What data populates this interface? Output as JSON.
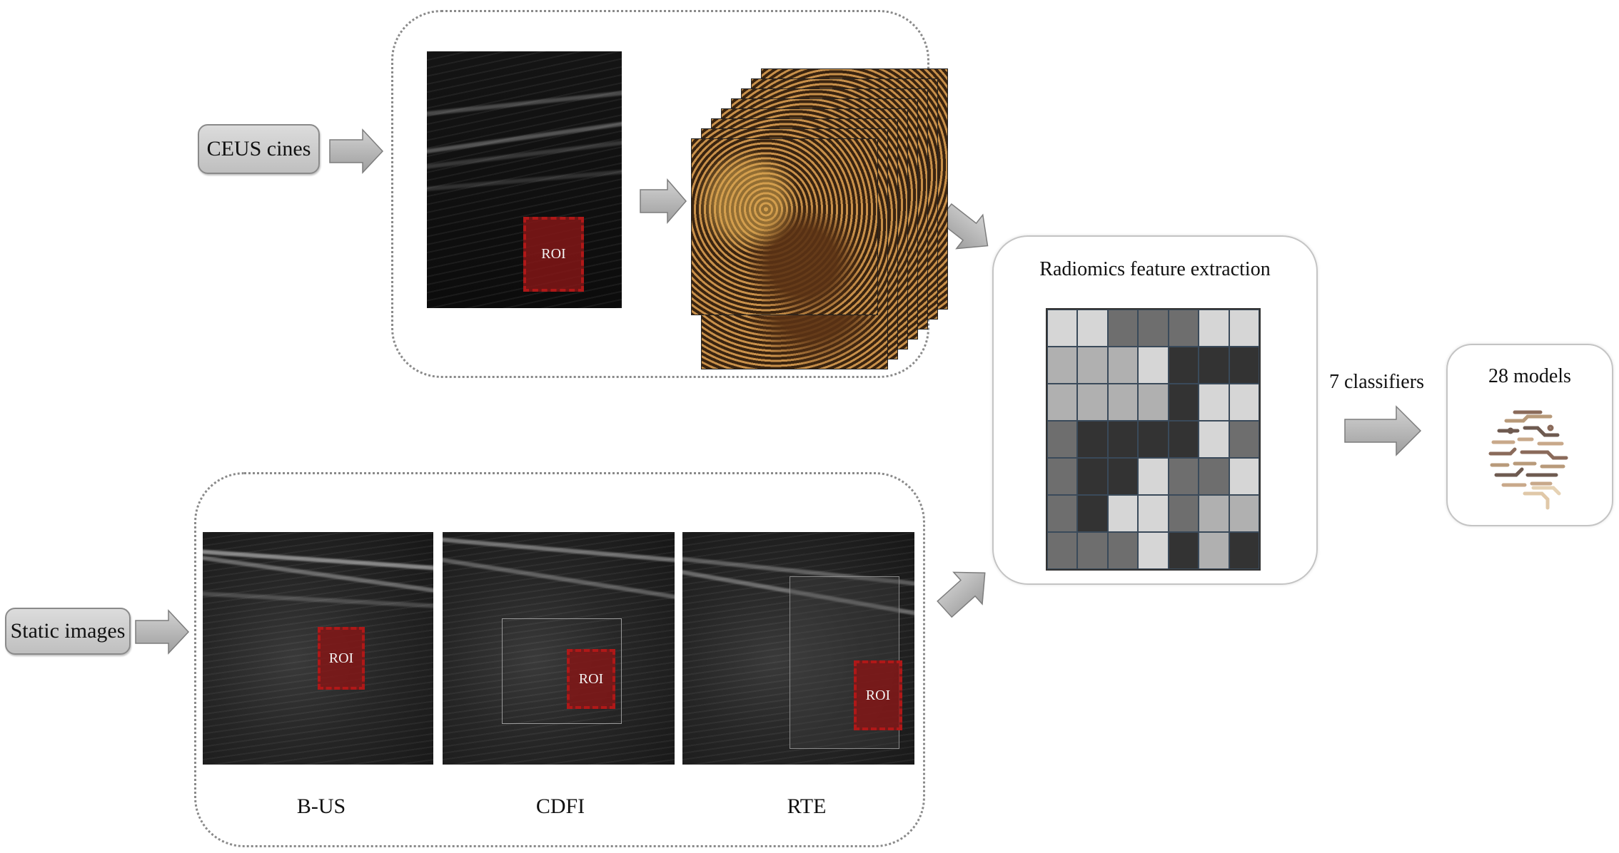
{
  "inputs": {
    "ceus_label": "CEUS cines",
    "static_label": "Static images"
  },
  "roi_label": "ROI",
  "static_modalities": [
    "B-US",
    "CDFI",
    "RTE"
  ],
  "feature_box": {
    "title": "Radiomics feature extraction"
  },
  "classifiers_label": "7 classifiers",
  "models_box": {
    "title": "28 models"
  },
  "colors": {
    "arrow": "#b5b5b5",
    "roi": "#8a1414",
    "grid_shades": [
      "#d6d6d6",
      "#b0b0b0",
      "#6e6e6e",
      "#333333"
    ]
  },
  "feature_matrix": [
    [
      0,
      0,
      2,
      2,
      2,
      0,
      0
    ],
    [
      1,
      1,
      1,
      0,
      3,
      3,
      3
    ],
    [
      1,
      1,
      1,
      1,
      3,
      0,
      0
    ],
    [
      2,
      3,
      3,
      3,
      3,
      0,
      2
    ],
    [
      2,
      3,
      3,
      0,
      2,
      2,
      0
    ],
    [
      2,
      3,
      0,
      0,
      2,
      1,
      1
    ],
    [
      2,
      2,
      2,
      0,
      3,
      1,
      3
    ]
  ]
}
